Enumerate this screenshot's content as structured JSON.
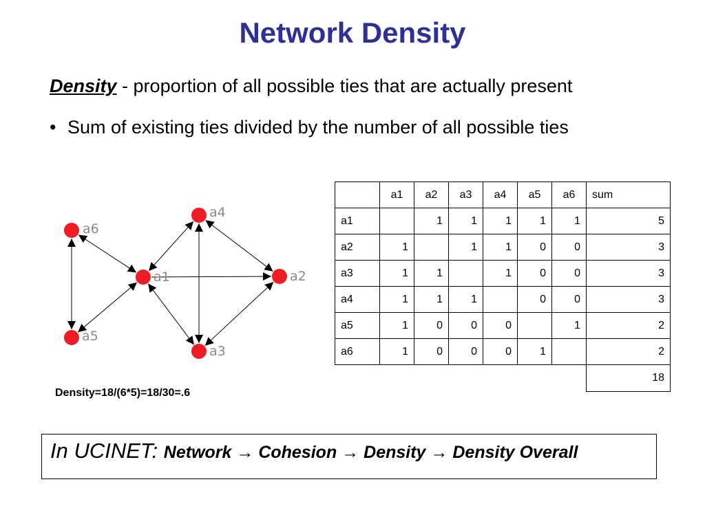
{
  "title": "Network Density",
  "definition": {
    "term": "Density",
    "text": " - proportion of all possible ties that are actually present"
  },
  "bullet": {
    "symbol": "•",
    "text": "Sum of existing ties divided by the number of all possible ties"
  },
  "graph": {
    "nodes": [
      {
        "id": "a1",
        "label": "a1"
      },
      {
        "id": "a2",
        "label": "a2"
      },
      {
        "id": "a3",
        "label": "a3"
      },
      {
        "id": "a4",
        "label": "a4"
      },
      {
        "id": "a5",
        "label": "a5"
      },
      {
        "id": "a6",
        "label": "a6"
      }
    ],
    "node_color": "#ee1c24",
    "edges": [
      {
        "from": "a1",
        "to": "a2"
      },
      {
        "from": "a1",
        "to": "a3",
        "bidirectional": true
      },
      {
        "from": "a1",
        "to": "a4",
        "bidirectional": true
      },
      {
        "from": "a1",
        "to": "a5",
        "bidirectional": true
      },
      {
        "from": "a1",
        "to": "a6",
        "bidirectional": true
      },
      {
        "from": "a2",
        "to": "a3",
        "bidirectional": true
      },
      {
        "from": "a2",
        "to": "a4",
        "bidirectional": true
      },
      {
        "from": "a3",
        "to": "a4",
        "bidirectional": true
      },
      {
        "from": "a5",
        "to": "a6",
        "bidirectional": true
      }
    ]
  },
  "matrix": {
    "headers": [
      "",
      "a1",
      "a2",
      "a3",
      "a4",
      "a5",
      "a6",
      "sum"
    ],
    "rows": [
      [
        "a1",
        "",
        "1",
        "1",
        "1",
        "1",
        "1",
        "5"
      ],
      [
        "a2",
        "1",
        "",
        "1",
        "1",
        "0",
        "0",
        "3"
      ],
      [
        "a3",
        "1",
        "1",
        "",
        "1",
        "0",
        "0",
        "3"
      ],
      [
        "a4",
        "1",
        "1",
        "1",
        "",
        "0",
        "0",
        "3"
      ],
      [
        "a5",
        "1",
        "0",
        "0",
        "0",
        "",
        "1",
        "2"
      ],
      [
        "a6",
        "1",
        "0",
        "0",
        "0",
        "1",
        "",
        "2"
      ]
    ],
    "total": "18"
  },
  "formula": "Density=18/(6*5)=18/30=.6",
  "ucinet": {
    "prefix": "In UCINET: ",
    "path": [
      "Network",
      "Cohesion",
      "Density",
      "Density Overall"
    ],
    "arrow": "→"
  }
}
